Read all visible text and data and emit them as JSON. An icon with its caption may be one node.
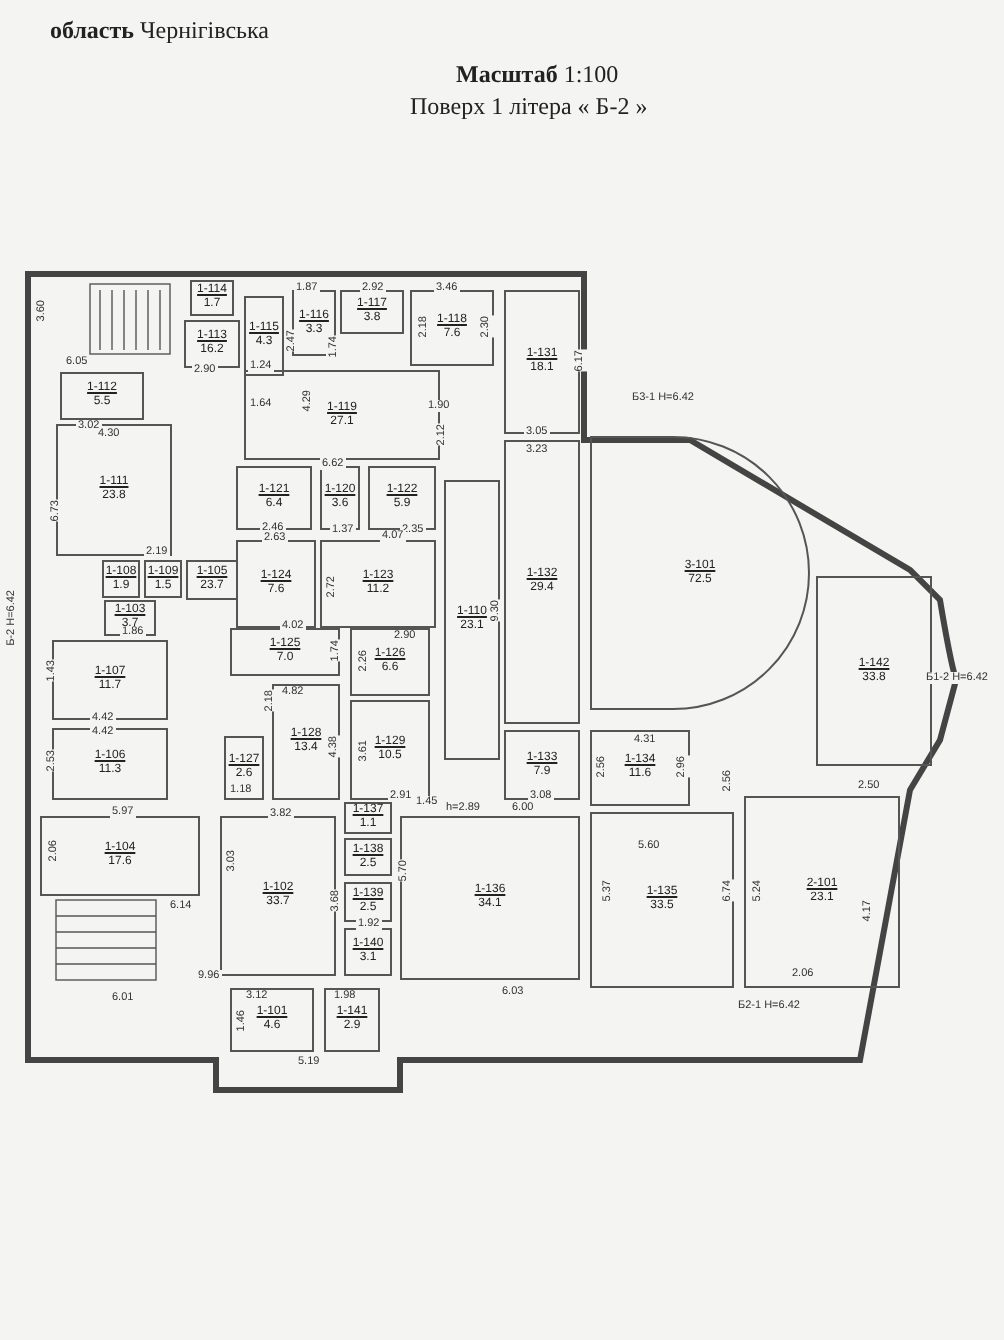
{
  "diagram": {
    "nodes": [
      {
        "text": [
          "1-114",
          "1.7"
        ]
      },
      {
        "text": [
          "1-113",
          "16.2"
        ]
      },
      {
        "text": [
          "1-115",
          "4.3"
        ]
      },
      {
        "text": [
          "1-116",
          "3.3"
        ]
      },
      {
        "text": [
          "1-117",
          "3.8"
        ]
      },
      {
        "text": [
          "1-118",
          "7.6"
        ]
      },
      {
        "text": [
          "1-131",
          "18.1"
        ]
      },
      {
        "text": [
          "1-112",
          "5.5"
        ]
      },
      {
        "text": [
          "1-119",
          "27.1"
        ]
      },
      {
        "text": [
          "1-111",
          "23.8"
        ]
      },
      {
        "text": [
          "1-121",
          "6.4"
        ]
      },
      {
        "text": [
          "1-120",
          "3.6"
        ]
      },
      {
        "text": [
          "1-122",
          "5.9"
        ]
      },
      {
        "text": [
          "3-101",
          "72.5"
        ]
      },
      {
        "text": [
          "1-108",
          "1.9"
        ]
      },
      {
        "text": [
          "1-109",
          "1.5"
        ]
      },
      {
        "text": [
          "1-105",
          "23.7"
        ]
      },
      {
        "text": [
          "1-124",
          "7.6"
        ]
      },
      {
        "text": [
          "1-123",
          "11.2"
        ]
      },
      {
        "text": [
          "1-110",
          "23.1"
        ]
      },
      {
        "text": [
          "1-132",
          "29.4"
        ]
      },
      {
        "text": [
          "1-103",
          "3.7"
        ]
      },
      {
        "text": [
          "1-125",
          "7.0"
        ]
      },
      {
        "text": [
          "1-126",
          "6.6"
        ]
      },
      {
        "text": [
          "1-142",
          "33.8"
        ]
      },
      {
        "text": [
          "1-107",
          "11.7"
        ]
      },
      {
        "text": [
          "1-128",
          "13.4"
        ]
      },
      {
        "text": [
          "1-127",
          "2.6"
        ]
      },
      {
        "text": [
          "1-129",
          "10.5"
        ]
      },
      {
        "text": [
          "1-133",
          "7.9"
        ]
      },
      {
        "text": [
          "1-134",
          "11.6"
        ]
      },
      {
        "text": [
          "1-106",
          "11.3"
        ]
      },
      {
        "text": [
          "1-104",
          "17.6"
        ]
      },
      {
        "text": [
          "1-137",
          "1.1"
        ]
      },
      {
        "text": [
          "1-138",
          "2.5"
        ]
      },
      {
        "text": [
          "1-102",
          "33.7"
        ]
      },
      {
        "text": [
          "1-139",
          "2.5"
        ]
      },
      {
        "text": [
          "1-136",
          "34.1"
        ]
      },
      {
        "text": [
          "1-135",
          "33.5"
        ]
      },
      {
        "text": [
          "2-101",
          "23.1"
        ]
      },
      {
        "text": [
          "1-140",
          "3.1"
        ]
      },
      {
        "text": [
          "1-101",
          "4.6"
        ]
      },
      {
        "text": [
          "1-141",
          "2.9"
        ]
      }
    ],
    "labels": [
      "**область** Чернігівська",
      "**Масштаб** 1:100",
      "Поверх 1 літера « Б-2 »",
      "3.60",
      "6.05",
      "1.87",
      "2.47",
      "2.92",
      "3.46",
      "2.30",
      "3.02",
      "2.90",
      "1.24",
      "1.64",
      "1.74",
      "4.29",
      "2.18",
      "1.90",
      "2.12",
      "4.30",
      "6.73",
      "2.19",
      "6.62",
      "2.46",
      "1.37",
      "2.35",
      "2.63",
      "4.07",
      "2.72",
      "6.17",
      "3.05",
      "3.23",
      "9.30",
      "Б3-1 H=6.42",
      "Б-2 H=6.42",
      "1.86",
      "1.43",
      "4.42",
      "4.42",
      "2.53",
      "4.02",
      "1.74",
      "2.90",
      "2.26",
      "4.82",
      "2.18",
      "4.38",
      "1.18",
      "3.61",
      "2.91",
      "1.45",
      "h=2.89",
      "6.00",
      "5.97",
      "2.06",
      "3.82",
      "3.03",
      "6.14",
      "3.68",
      "5.70",
      "9.96",
      "6.01",
      "6.03",
      "1.92",
      "3.12",
      "1.46",
      "1.98",
      "5.19",
      "Б1-2 H=6.42",
      "4.31",
      "2.56",
      "2.96",
      "2.56",
      "3.08",
      "5.60",
      "5.37",
      "6.74",
      "2.50",
      "5.24",
      "4.17",
      "2.06",
      "Б2-1 H=6.42"
    ]
  }
}
